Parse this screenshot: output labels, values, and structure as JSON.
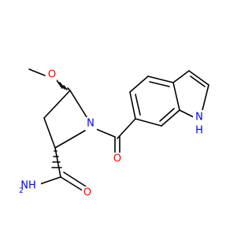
{
  "molecule": {
    "atom_labels": {
      "methoxy_o": "O",
      "ring_n": "N",
      "carbonyl_o": "O",
      "amide_nh2": "NH",
      "amide_nh2_sub": "2",
      "amide_o": "O",
      "indole_n": "N",
      "indole_h": "H"
    },
    "colors": {
      "bond": "#000000",
      "oxygen": "#ff0000",
      "nitrogen": "#0000ff"
    }
  }
}
